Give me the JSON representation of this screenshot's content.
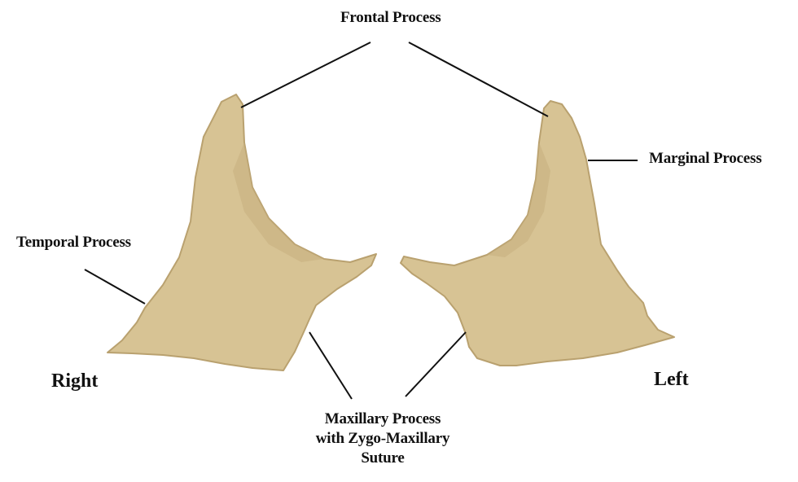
{
  "labels": {
    "frontal": "Frontal Process",
    "marginal": "Marginal Process",
    "temporal": "Temporal Process",
    "maxillary": [
      "Maxillary Process",
      "with Zygo-Maxillary",
      "Suture"
    ],
    "right": "Right",
    "left": "Left"
  },
  "colors": {
    "bone_fill": "#d7c394",
    "bone_edge": "#b9a16f",
    "bone_shade": "#c6ae7d",
    "leader_line": "#111111",
    "background": "#ffffff"
  }
}
